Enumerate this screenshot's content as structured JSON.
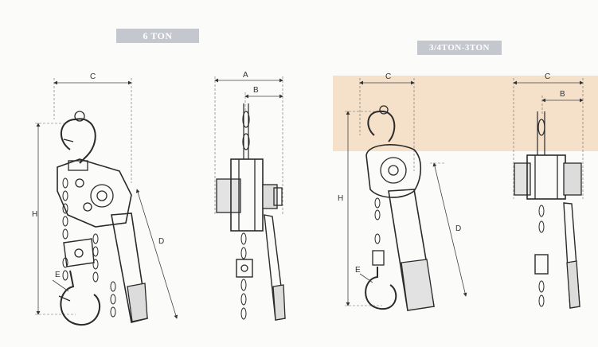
{
  "titles": {
    "six_ton": "6 TON",
    "small_range": "3/4TON-3TON"
  },
  "dimensions": {
    "A": "A",
    "B": "B",
    "C": "C",
    "D": "D",
    "E": "E",
    "H": "H"
  },
  "colors": {
    "label_bg": "#c4c8ce",
    "highlight": "#f3dcc1",
    "line": "#2a2a2a"
  }
}
